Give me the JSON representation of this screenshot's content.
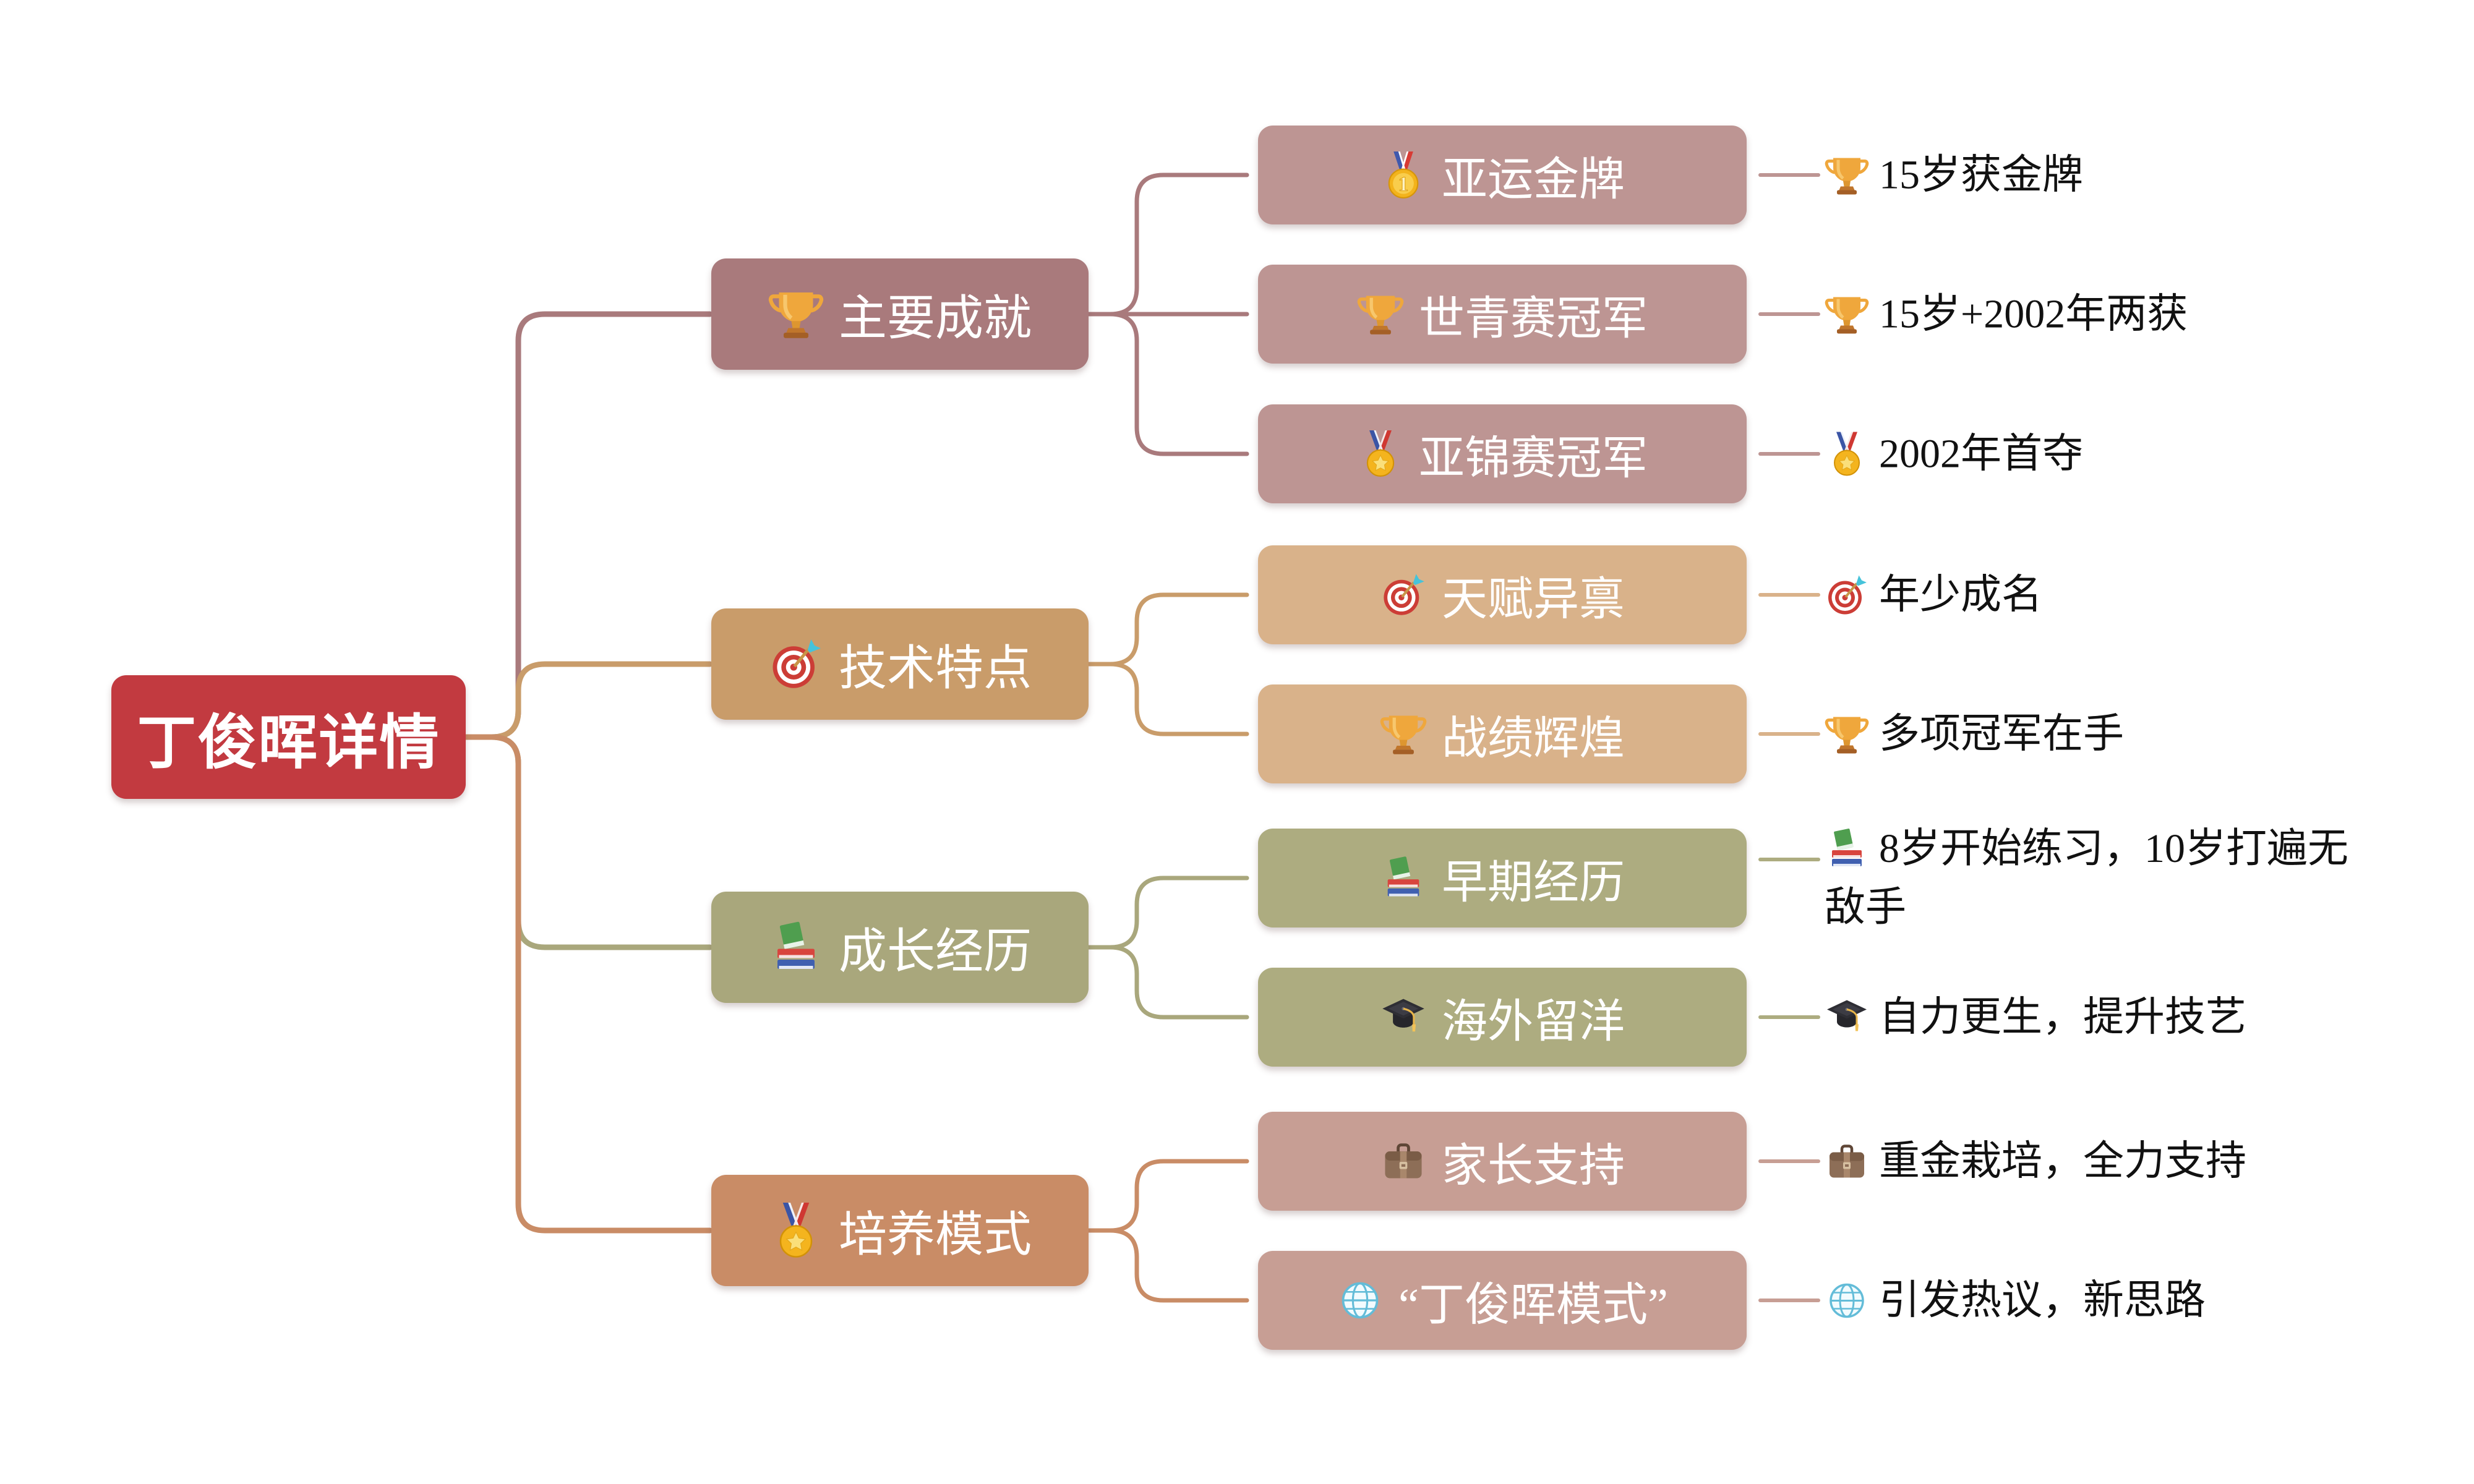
{
  "root": {
    "label": "丁俊晖详情",
    "color": "#c23a40"
  },
  "branches": [
    {
      "label": "主要成就",
      "icon": "trophy-icon",
      "color": "#a97a7c",
      "child_color": "#bd9593",
      "children": [
        {
          "label": "亚运金牌",
          "icon": "gold-medal-icon",
          "detail_icon": "trophy-icon",
          "detail": "15岁获金牌"
        },
        {
          "label": "世青赛冠军",
          "icon": "trophy-icon",
          "detail_icon": "trophy-icon",
          "detail": "15岁+2002年两获"
        },
        {
          "label": "亚锦赛冠军",
          "icon": "sports-medal-icon",
          "detail_icon": "sports-medal-icon",
          "detail": "2002年首夺"
        }
      ]
    },
    {
      "label": "技术特点",
      "icon": "dart-icon",
      "color": "#c99c6a",
      "child_color": "#d9b28a",
      "children": [
        {
          "label": "天赋异禀",
          "icon": "dart-icon",
          "detail_icon": "dart-icon",
          "detail": "年少成名"
        },
        {
          "label": "战绩辉煌",
          "icon": "trophy-icon",
          "detail_icon": "trophy-icon",
          "detail": "多项冠军在手"
        }
      ]
    },
    {
      "label": "成长经历",
      "icon": "books-icon",
      "color": "#a9a77c",
      "child_color": "#adac80",
      "children": [
        {
          "label": "早期经历",
          "icon": "books-icon",
          "detail_icon": "books-icon",
          "detail": "8岁开始练习，10岁打遍无敌手"
        },
        {
          "label": "海外留洋",
          "icon": "graduation-cap-icon",
          "detail_icon": "graduation-cap-icon",
          "detail": "自力更生，提升技艺"
        }
      ]
    },
    {
      "label": "培养模式",
      "icon": "sports-medal-icon",
      "color": "#c98c66",
      "child_color": "#c79e94",
      "children": [
        {
          "label": "家长支持",
          "icon": "briefcase-icon",
          "detail_icon": "briefcase-icon",
          "detail": "重金栽培，全力支持"
        },
        {
          "label": "“丁俊晖模式”",
          "icon": "globe-icon",
          "detail_icon": "globe-icon",
          "detail": "引发热议，新思路"
        }
      ]
    }
  ]
}
